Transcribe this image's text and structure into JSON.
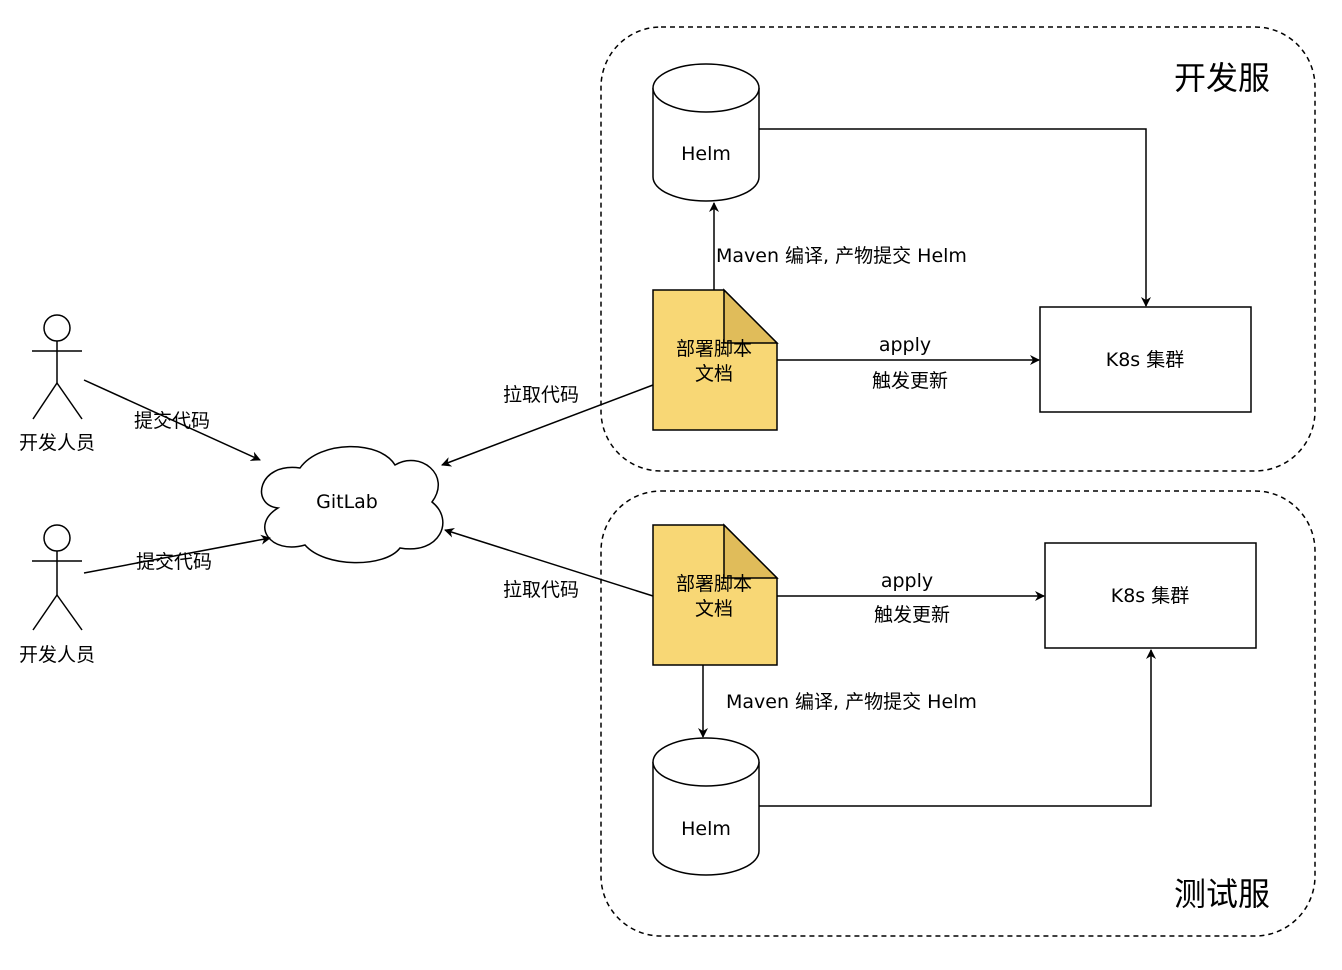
{
  "environments": {
    "dev": {
      "title": "开发服"
    },
    "test": {
      "title": "测试服"
    }
  },
  "actors": [
    {
      "label": "开发人员",
      "edge_label": "提交代码"
    },
    {
      "label": "开发人员",
      "edge_label": "提交代码"
    }
  ],
  "gitlab": {
    "label": "GitLab"
  },
  "dev": {
    "helm": "Helm",
    "script_line1": "部署脚本",
    "script_line2": "文档",
    "k8s": "K8s 集群",
    "build_label": "Maven 编译, 产物提交 Helm",
    "apply_label": "apply",
    "trigger_label": "触发更新",
    "pull_label": "拉取代码"
  },
  "test": {
    "helm": "Helm",
    "script_line1": "部署脚本",
    "script_line2": "文档",
    "k8s": "K8s 集群",
    "build_label": "Maven 编译, 产物提交 Helm",
    "apply_label": "apply",
    "trigger_label": "触发更新",
    "pull_label": "拉取代码"
  },
  "colors": {
    "document_fill": "#f8d775",
    "document_fold": "#e0bc5a",
    "stroke": "#000000"
  }
}
